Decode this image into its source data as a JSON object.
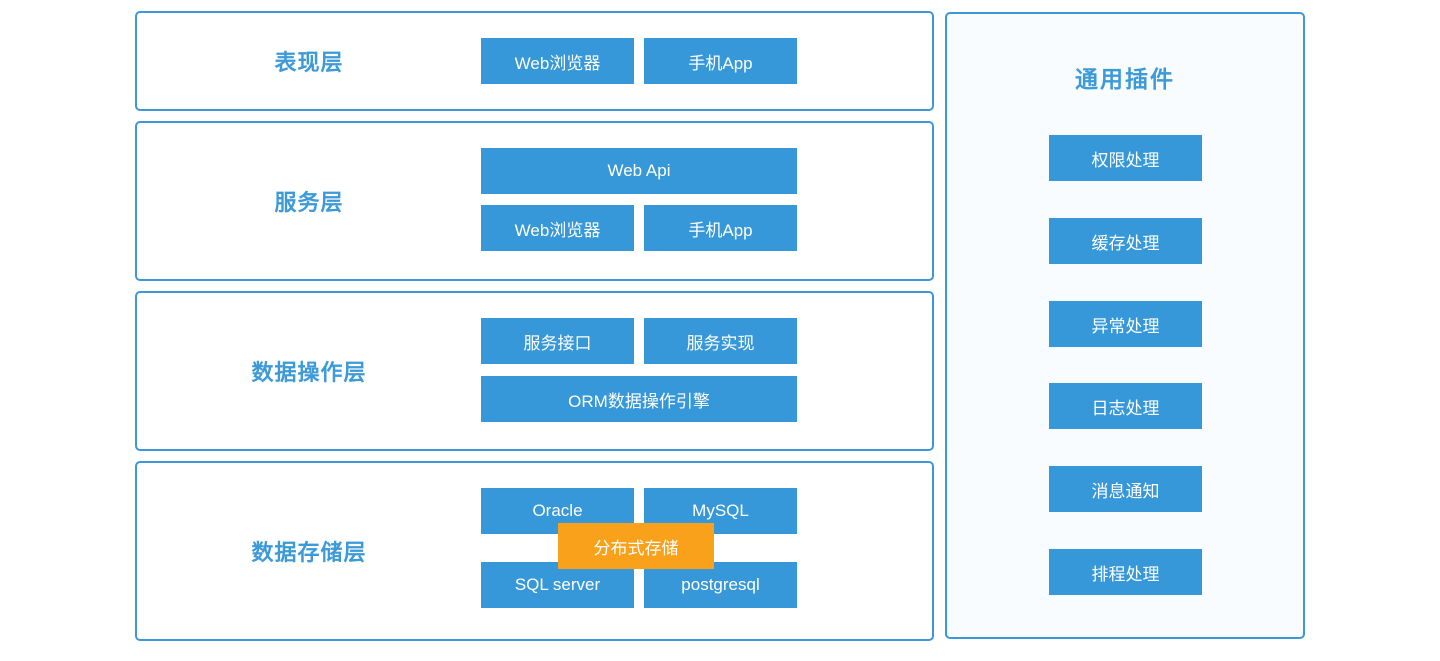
{
  "colors": {
    "primary": "#3798D9",
    "border": "#3D97D9",
    "label_text": "#3D9AD9",
    "panel_bg": "#F8FCFF",
    "accent_orange": "#F9A11B",
    "button_text": "#FFFFFF"
  },
  "layers": [
    {
      "label": "表现层",
      "buttons": [
        {
          "label": "Web浏览器"
        },
        {
          "label": "手机App"
        }
      ]
    },
    {
      "label": "服务层",
      "buttons": [
        {
          "label": "Web Api"
        },
        {
          "label": "Web浏览器"
        },
        {
          "label": "手机App"
        }
      ]
    },
    {
      "label": "数据操作层",
      "buttons": [
        {
          "label": "服务接口"
        },
        {
          "label": "服务实现"
        },
        {
          "label": "ORM数据操作引擎"
        }
      ]
    },
    {
      "label": "数据存储层",
      "buttons": [
        {
          "label": "Oracle"
        },
        {
          "label": "MySQL"
        },
        {
          "label": "SQL server"
        },
        {
          "label": "postgresql"
        }
      ],
      "overlay": {
        "label": "分布式存储"
      }
    }
  ],
  "plugins_panel": {
    "title": "通用插件",
    "items": [
      "权限处理",
      "缓存处理",
      "异常处理",
      "日志处理",
      "消息通知",
      "排程处理"
    ]
  }
}
